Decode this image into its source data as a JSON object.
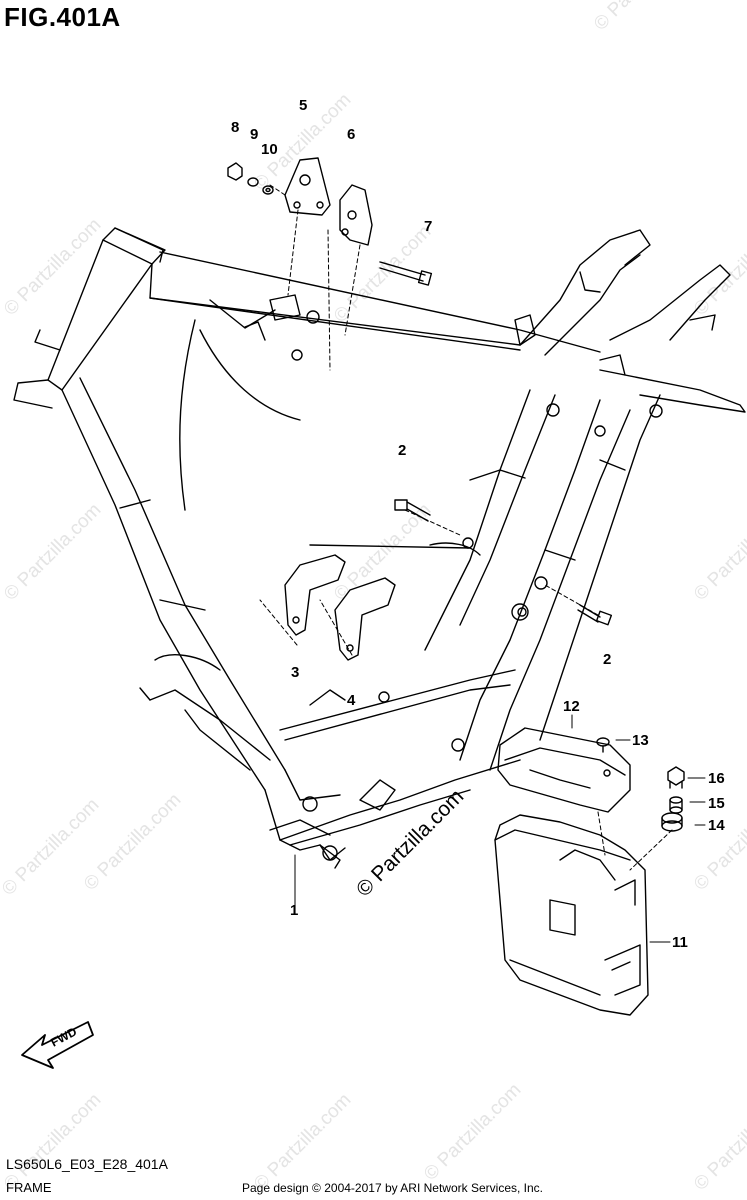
{
  "figure": {
    "title": "FIG.401A"
  },
  "callouts": {
    "c1": "1",
    "c2a": "2",
    "c2b": "2",
    "c3": "3",
    "c4": "4",
    "c5": "5",
    "c6": "6",
    "c7": "7",
    "c8": "8",
    "c9": "9",
    "c10": "10",
    "c11": "11",
    "c12": "12",
    "c13": "13",
    "c14": "14",
    "c15": "15",
    "c16": "16"
  },
  "fwd_label": "FWD",
  "watermark": "© Partzilla.com",
  "footer": {
    "code": "LS650L6_E03_E28_401A",
    "section": "FRAME",
    "credit": "Page design © 2004-2017 by ARI Network Services, Inc."
  },
  "colors": {
    "line": "#000000",
    "watermark": "#e4e4e4",
    "background": "#ffffff"
  }
}
